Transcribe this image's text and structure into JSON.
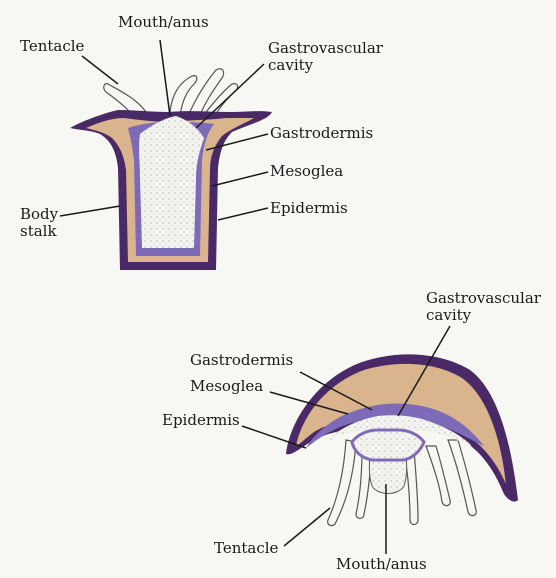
{
  "polyp": {
    "mouth_anus": "Mouth/anus",
    "tentacle": "Tentacle",
    "gastrovascular_1": "Gastrovascular",
    "gastrovascular_2": "cavity",
    "gastrodermis": "Gastrodermis",
    "mesoglea": "Mesoglea",
    "epidermis": "Epidermis",
    "body_stalk_1": "Body",
    "body_stalk_2": "stalk"
  },
  "medusa": {
    "gastrovascular_1": "Gastrovascular",
    "gastrovascular_2": "cavity",
    "gastrodermis": "Gastrodermis",
    "mesoglea": "Mesoglea",
    "epidermis": "Epidermis",
    "tentacle": "Tentacle",
    "mouth_anus": "Mouth/anus"
  },
  "colors": {
    "epidermis": "#4a2a66",
    "mesoglea": "#d9b48c",
    "gastrodermis": "#7d6ab8",
    "cavity": "#f3f4ef",
    "tentacle": "#f6f6f3"
  }
}
